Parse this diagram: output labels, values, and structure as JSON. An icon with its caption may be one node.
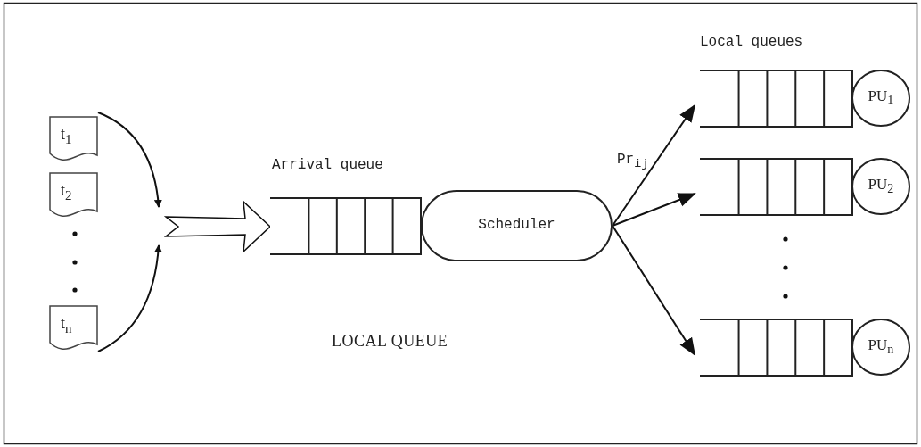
{
  "diagram": {
    "caption": "LOCAL QUEUE",
    "nodes": [
      {
        "text": [
          "t$_{1}$"
        ]
      },
      {
        "text": [
          "t$_{2}$"
        ]
      },
      {
        "text": [
          "t$_{n}$"
        ]
      },
      {
        "text": [
          "Arrival queue"
        ]
      },
      {
        "text": [
          "Scheduler"
        ]
      },
      {
        "text": [],
        "shape": "box"
      },
      {
        "text": [
          "PU$_{1}$"
        ]
      },
      {
        "text": [],
        "shape": "box"
      },
      {
        "text": [
          "PU$_{2}$"
        ]
      },
      {
        "text": [],
        "shape": "box"
      },
      {
        "text": [
          "PU$_{n}$"
        ]
      }
    ],
    "edges": [
      {
        "from": 0,
        "to": null,
        "arrow": "to"
      },
      {
        "from": 2,
        "to": null,
        "arrow": "to"
      },
      {
        "from": null,
        "to": 3,
        "arrow": "to",
        "style": "thick"
      },
      {
        "from": 4,
        "to": 5,
        "arrow": "to"
      },
      {
        "from": 4,
        "to": 7,
        "arrow": "to"
      },
      {
        "from": 4,
        "to": 9,
        "arrow": "to"
      }
    ],
    "labels": [
      "Pr$_{ij}$",
      "Local queues"
    ]
  }
}
